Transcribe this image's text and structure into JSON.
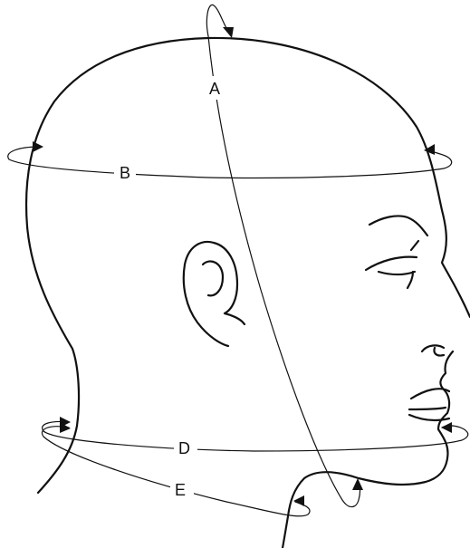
{
  "labels": {
    "a": "A",
    "b": "B",
    "d": "D",
    "e": "E"
  },
  "colors": {
    "ink": "#111111",
    "background": "#ffffff"
  }
}
